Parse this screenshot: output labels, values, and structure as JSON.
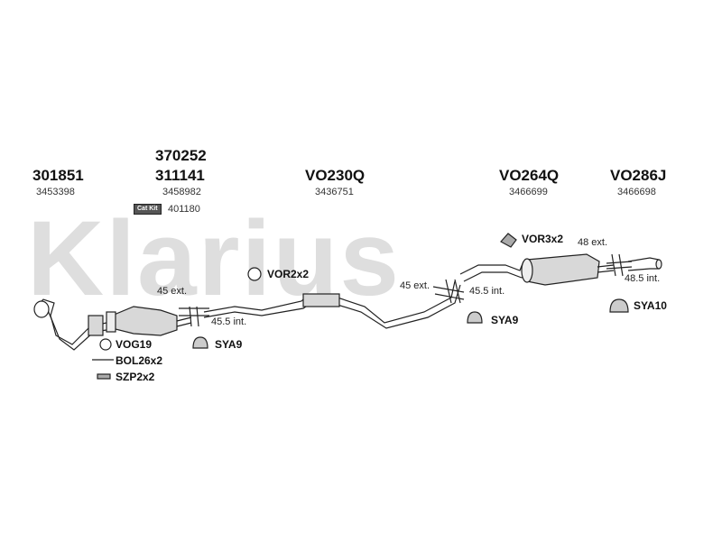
{
  "brand_watermark": "Klarius",
  "catalyst_badge": "Cat Kit",
  "columns": [
    {
      "part": "301851",
      "oe": "3453398"
    },
    {
      "part_top": "370252",
      "part": "311141",
      "oe": "3458982",
      "cat_oe": "401180"
    },
    {
      "part": "VO230Q",
      "oe": "3436751"
    },
    {
      "part": "VO264Q",
      "oe": "3466699"
    },
    {
      "part": "VO286J",
      "oe": "3466698"
    }
  ],
  "fittings": {
    "vog": "VOG19",
    "bol": "BOL26x2",
    "szp": "SZP2x2",
    "sya_front": "SYA9",
    "vor_mid": "VOR2x2",
    "vor_rear": "VOR3x2",
    "sya_rear": "SYA9",
    "sya10": "SYA10"
  },
  "joints": {
    "j1_ext": "45 ext.",
    "j1_int": "45.5 int.",
    "j2_ext": "45 ext.",
    "j2_int": "45.5 int.",
    "j3_ext": "48 ext.",
    "j3_int": "48.5 int."
  },
  "colors": {
    "watermark": "#dedede",
    "line": "#222222",
    "part_fill": "#d8d8d8"
  }
}
